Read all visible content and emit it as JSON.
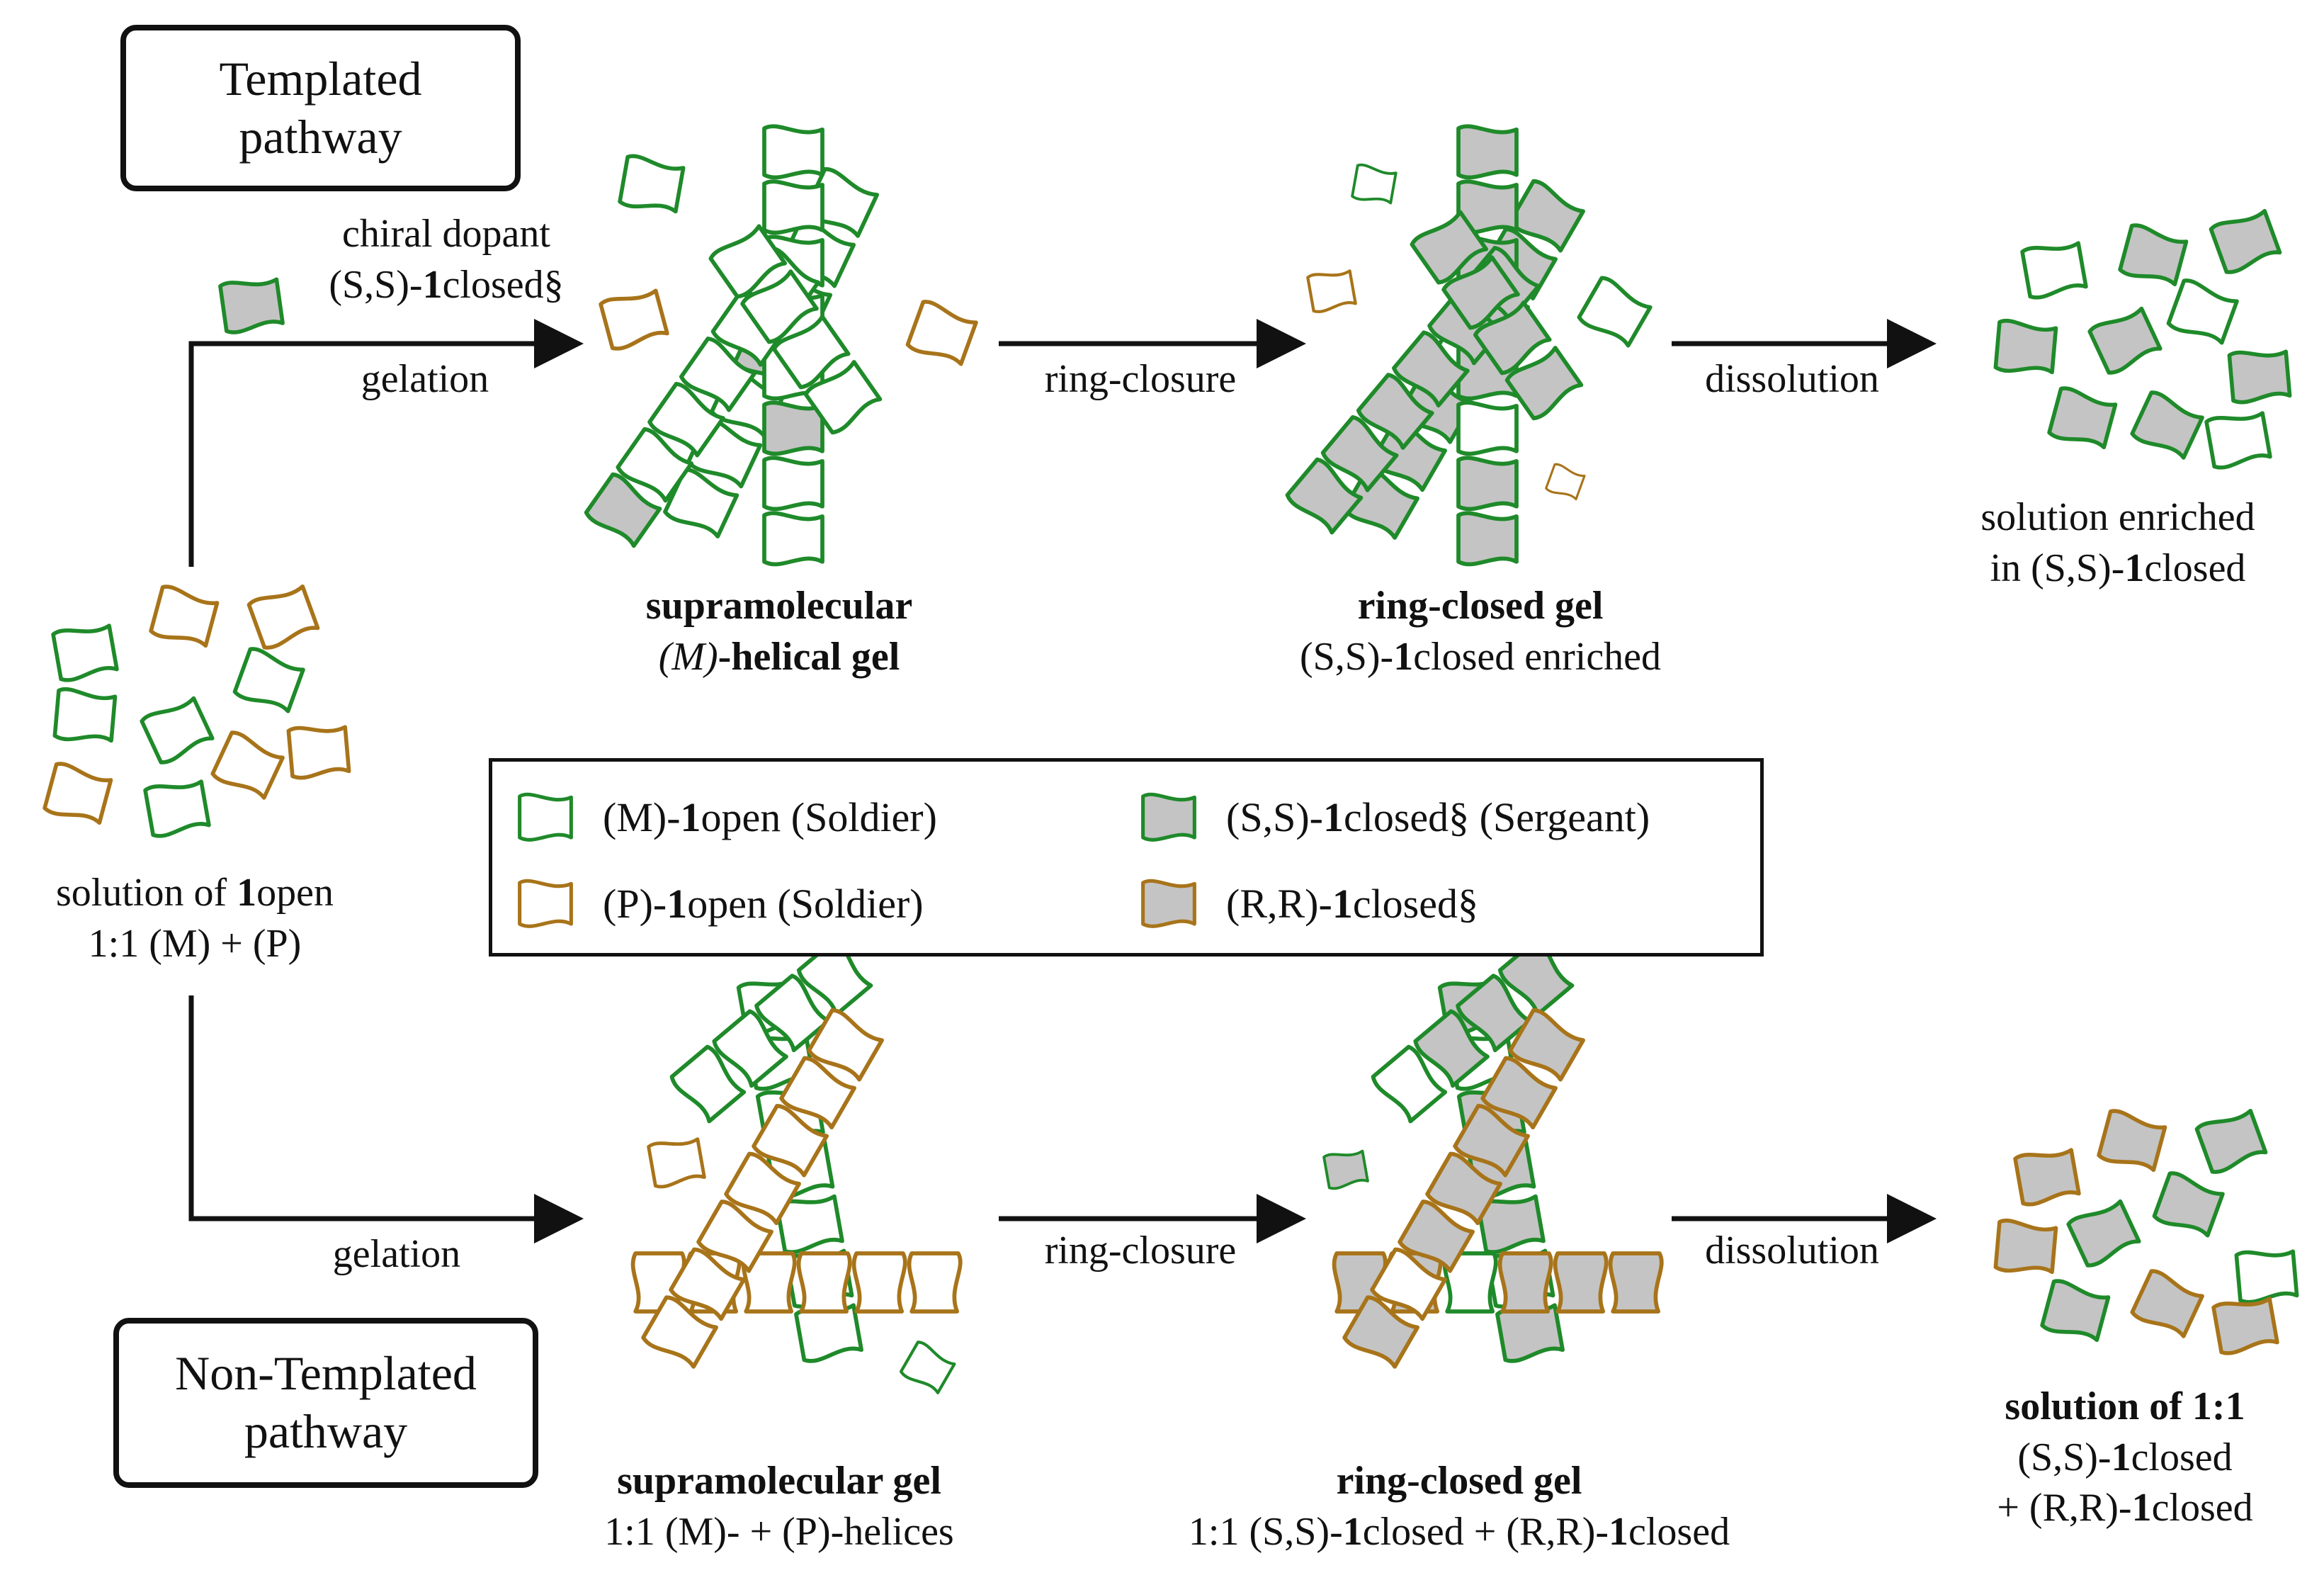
{
  "boxes": {
    "templated_line1": "Templated",
    "templated_line2": "pathway",
    "nontemplated_line1": "Non-Templated",
    "nontemplated_line2": "pathway"
  },
  "start": {
    "line1_a": "solution of ",
    "line1_b": "1",
    "line1_c": "open",
    "line2": "1:1 (M) + (P)"
  },
  "top_path": {
    "dopant_line1": "chiral dopant",
    "dopant_line2_a": "(S,S)-",
    "dopant_line2_b": "1",
    "dopant_line2_c": "closed§",
    "gelation": "gelation",
    "ring_closure": "ring-closure",
    "dissolution": "dissolution",
    "gel1_line1": "supramolecular",
    "gel1_line2_a": "(M)",
    "gel1_line2_b": "-helical gel",
    "gel2_line1": "ring-closed gel",
    "gel2_line2_a": "(S,S)-",
    "gel2_line2_b": "1",
    "gel2_line2_c": "closed enriched",
    "result_line1": "solution enriched",
    "result_line2_a": "in (S,S)-",
    "result_line2_b": "1",
    "result_line2_c": "closed"
  },
  "bottom_path": {
    "gelation": "gelation",
    "ring_closure": "ring-closure",
    "dissolution": "dissolution",
    "gel1_line1": "supramolecular gel",
    "gel1_line2": "1:1 (M)- + (P)-helices",
    "gel2_line1": "ring-closed gel",
    "gel2_line2_a": "1:1 (S,S)-",
    "gel2_line2_b": "1",
    "gel2_line2_c": "closed + (R,R)-",
    "gel2_line2_d": "1",
    "gel2_line2_e": "closed",
    "result_line1": "solution of 1:1",
    "result_line2_a": "(S,S)-",
    "result_line2_b": "1",
    "result_line2_c": "closed",
    "result_line3_a": "+ (R,R)-",
    "result_line3_b": "1",
    "result_line3_c": "closed"
  },
  "legend": {
    "m_open_a": "(M)-",
    "m_open_b": "1",
    "m_open_c": "open (Soldier)",
    "p_open_a": "(P)-",
    "p_open_b": "1",
    "p_open_c": "open (Soldier)",
    "ss_closed_a": "(S,S)-",
    "ss_closed_b": "1",
    "ss_closed_c": "closed§ (Sergeant)",
    "rr_closed_a": "(R,R)-",
    "rr_closed_b": "1",
    "rr_closed_c": "closed§"
  },
  "colors": {
    "green": "#1f8a2a",
    "brown": "#a8741a",
    "fill_closed": "#c4c4c4",
    "fill_open": "#ffffff"
  },
  "icons": {
    "unit": "wavy-square-unit-icon",
    "arrow": "right-arrow-icon"
  }
}
